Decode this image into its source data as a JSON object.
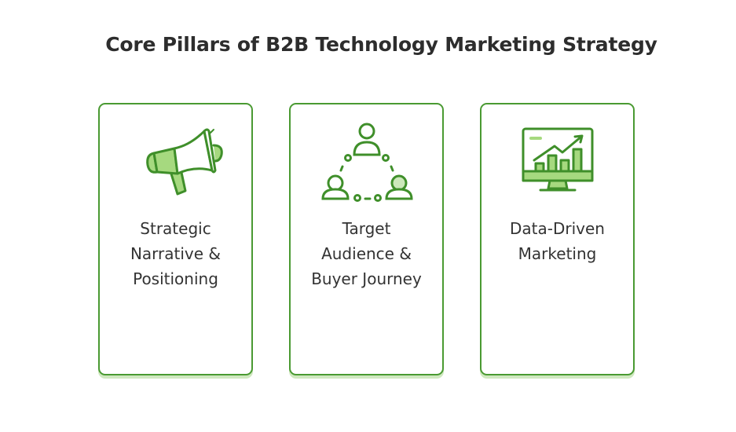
{
  "title": "Core Pillars of B2B Technology Marketing Strategy",
  "colors": {
    "stroke": "#3f8f2a",
    "fill": "#a6d97f",
    "border": "#4a9a32",
    "shadow": "#cfe8bf",
    "text": "#333333"
  },
  "pillars": [
    {
      "icon": "megaphone-icon",
      "lines": [
        "Strategic",
        "Narrative &",
        "Positioning"
      ]
    },
    {
      "icon": "people-network-icon",
      "lines": [
        "Target",
        "Audience &",
        "Buyer Journey"
      ]
    },
    {
      "icon": "analytics-monitor-icon",
      "lines": [
        "Data-Driven",
        "Marketing"
      ]
    }
  ]
}
